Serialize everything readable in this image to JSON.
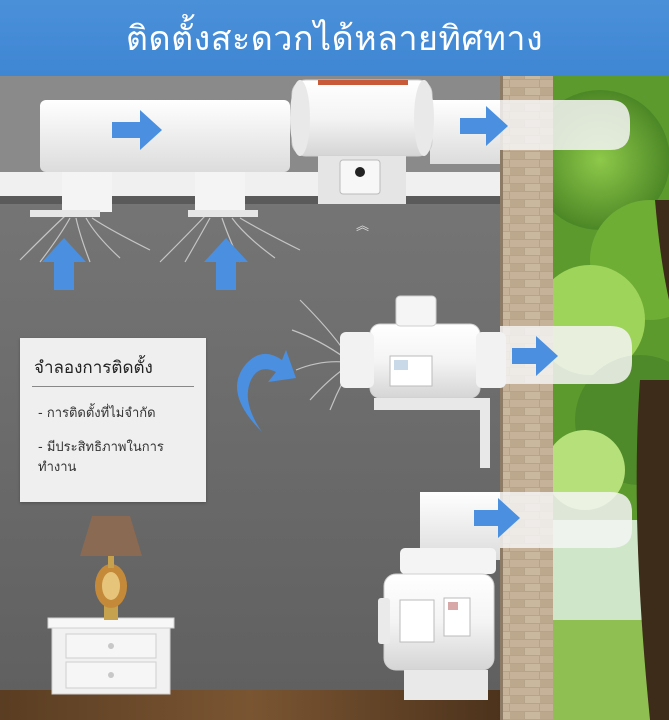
{
  "header": {
    "title": "ติดตั้งสะดวกได้หลายทิศทาง"
  },
  "info_box": {
    "heading": "จำลองการติดตั้ง",
    "items": [
      "- การติดตั้งที่ไม่จำกัด",
      "- มีประสิทธิภาพในการ ทำงาน"
    ]
  },
  "colors": {
    "header_blue": "#4a90d9",
    "arrow_blue": "#4a8fe0",
    "wall_gray": "#6d6d6d",
    "duct_white": "#f2f2f2",
    "brick": "#b9a48a",
    "foliage_green": "#4f8a2a"
  },
  "icons": [
    "airflow-arrow-icon",
    "curved-arrow-icon",
    "chevron-up-icon"
  ]
}
